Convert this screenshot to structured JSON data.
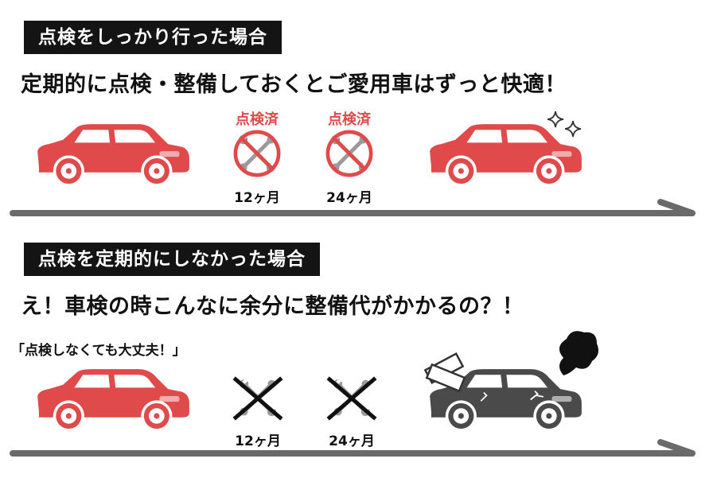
{
  "colors": {
    "banner_bg": "#141414",
    "car_red": "#e04a4a",
    "car_gray": "#4a4a4a",
    "stamp_red": "#e04a4a",
    "tool_gray": "#9a9a9a",
    "timeline_gray": "#6a6a6a"
  },
  "section_good": {
    "banner": "点検をしっかり行った場合",
    "headline": "定期的に点検・整備しておくとご愛用車はずっと快適！",
    "stamps": [
      {
        "label": "点検済",
        "month": "12ヶ月",
        "icon": "inspected-wrench-stamp-icon"
      },
      {
        "label": "点検済",
        "month": "24ヶ月",
        "icon": "inspected-wrench-stamp-icon"
      }
    ],
    "start_car_icon": "red-suv-icon",
    "end_car_icon": "sparkling-red-suv-icon",
    "sparkle_icon": "sparkle-icon"
  },
  "section_bad": {
    "banner": "点検を定期的にしなかった場合",
    "headline": "え！車検の時こんなに余分に整備代がかかるの？！",
    "quote": "「点検しなくても大丈夫！」",
    "skips": [
      {
        "month": "12ヶ月",
        "icon": "crossed-out-tools-icon"
      },
      {
        "month": "24ヶ月",
        "icon": "crossed-out-tools-icon"
      }
    ],
    "start_car_icon": "red-suv-icon",
    "end_car_icon": "broken-gray-suv-icon",
    "smoke_icon": "smoke-cloud-icon"
  }
}
